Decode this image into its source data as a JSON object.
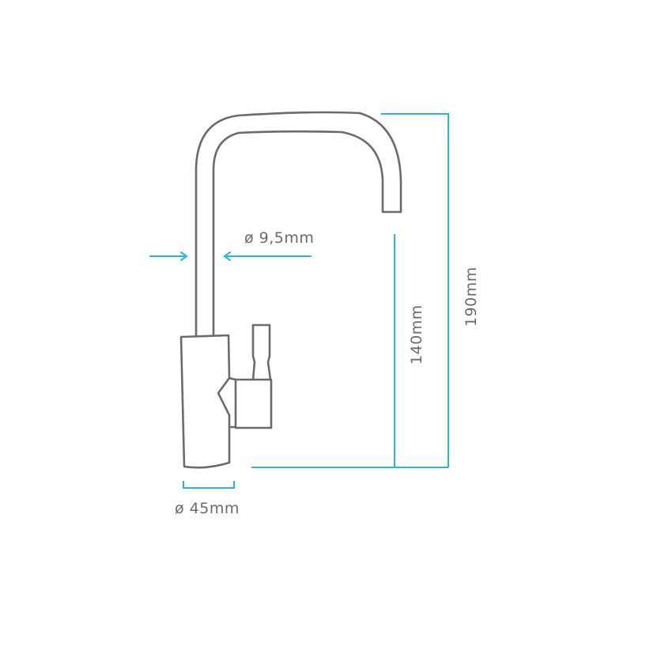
{
  "colors": {
    "outline": "#6b6b6b",
    "dimension": "#29b6d1",
    "label": "#6b6b6b",
    "background": "#ffffff"
  },
  "labels": {
    "spout_diameter": "ø 9,5mm",
    "base_diameter": "ø 45mm",
    "spout_clearance": "140mm",
    "total_height": "190mm"
  }
}
